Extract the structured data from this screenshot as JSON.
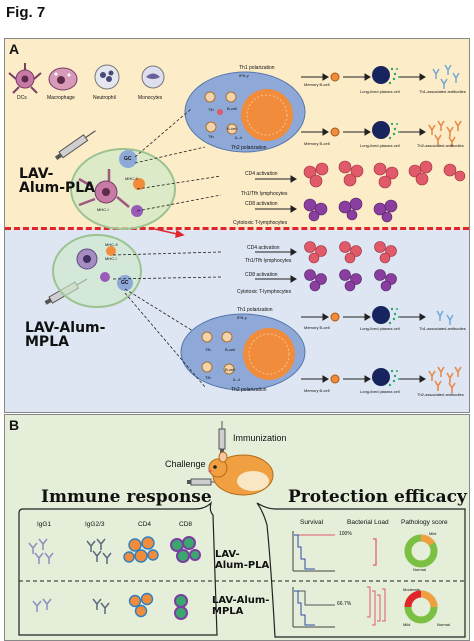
{
  "figure": {
    "title": "Fig. 7"
  },
  "panel_a": {
    "letter": "A",
    "cells": [
      "DCs",
      "Macrophage",
      "Neutrophil",
      "Monocytes"
    ],
    "pla": {
      "vaccine_label": "LAV-\nAlum-PLA",
      "gc": "GC",
      "th1_polarization": "Th1 polarization",
      "ifn": "IFN-γ",
      "tfh": "Tfh",
      "b_cell": "B-cell",
      "il4": "IL-4",
      "th2_polarization": "Th2 polarization",
      "memory_b1": "Memory B-cell",
      "memory_b2": "Memory B-cell",
      "plasma1": "Long-lived plasma cell",
      "plasma2": "Long-lived plasma cell",
      "antibodies_th1": "Th1-associated antibodies",
      "antibodies_th2": "Th2-associated antibodies",
      "mhc2": "MHC-II",
      "mhc1": "MHC-I",
      "cd4": "CD4 activation",
      "th1tfh": "Th1/Tfh lymphocytes",
      "cd8": "CD8 activation",
      "ctl": "Cytotoxic T-lymphocytes"
    },
    "mpla": {
      "vaccine_label": "LAV-Alum-\nMPLA",
      "gc": "GC",
      "mhc2": "MHC-II",
      "mhc1": "MHC-I",
      "cd4": "CD4 activation",
      "th1tfh": "Th1/Tfh lymphocytes",
      "cd8": "CD8 activation",
      "ctl": "Cytotoxic T-lymphocytes",
      "th1_polarization": "Th1 polarization",
      "ifn": "IFN-γ",
      "tfh": "Tfh",
      "b_cell": "B-cell",
      "il4": "IL-4",
      "th2_polarization": "Th2 polarization",
      "memory_b1": "Memory B-cell",
      "memory_b2": "Memory B-cell",
      "plasma1": "Long-lived plasma cell",
      "plasma2": "Long-lived plasma cell",
      "antibodies_th1": "Th1-associated antibodies",
      "antibodies_th2": "Th2-associated antibodies"
    }
  },
  "panel_b": {
    "letter": "B",
    "immunization": "Immunization",
    "challenge": "Challenge",
    "immune_header": "Immune response",
    "protection_header": "Protection efficacy",
    "ig_labels": [
      "IgG1",
      "IgG2/3",
      "CD4",
      "CD8"
    ],
    "row1_label": "LAV-\nAlum-PLA",
    "row2_label": "LAV-Alum-\nMPLA",
    "survival": "Survival",
    "bacterial_load": "Bacterial Load",
    "pathology": "Pathology score",
    "pct1": "100%",
    "pct2": "66.7%",
    "mild": "Mild",
    "normal": "Normal",
    "moderate": "Moderate"
  },
  "colors": {
    "top_bg": "#fcecc8",
    "mpla_bg": "#dde6f2",
    "panel_b_bg": "#e4eed9",
    "divider": "#e0262b",
    "ln_blue": "#8ea9d8",
    "b_cell_orange": "#f08c3c",
    "th1_red": "#e05a6a",
    "ctl_purple": "#8a3fa0"
  }
}
